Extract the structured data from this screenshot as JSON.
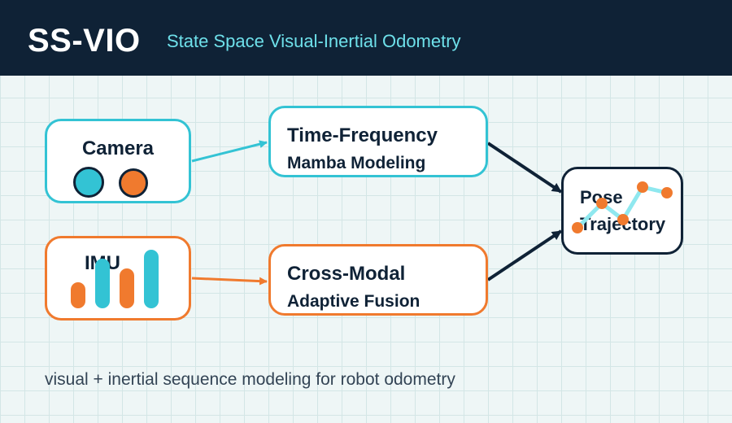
{
  "header": {
    "brand": "SS-VIO",
    "tagline": "State Space Visual-Inertial Odometry"
  },
  "nodes": {
    "camera": {
      "title": "Camera"
    },
    "imu": {
      "title": "IMU",
      "bar_levels": [
        0.45,
        0.85,
        0.68,
        1.0
      ]
    },
    "time_frequency": {
      "line1": "Time-Frequency",
      "line2": "Mamba Modeling"
    },
    "cross_modal": {
      "line1": "Cross-Modal",
      "line2": "Adaptive Fusion"
    },
    "pose": {
      "line1": "Pose",
      "line2": "Trajectory"
    }
  },
  "footer": {
    "note": "visual + inertial sequence modeling for robot odometry"
  },
  "colors": {
    "navy": "#0f2236",
    "teal": "#33c3d4",
    "orange": "#f07a2e",
    "trajectory_line": "#8fe8ef"
  }
}
